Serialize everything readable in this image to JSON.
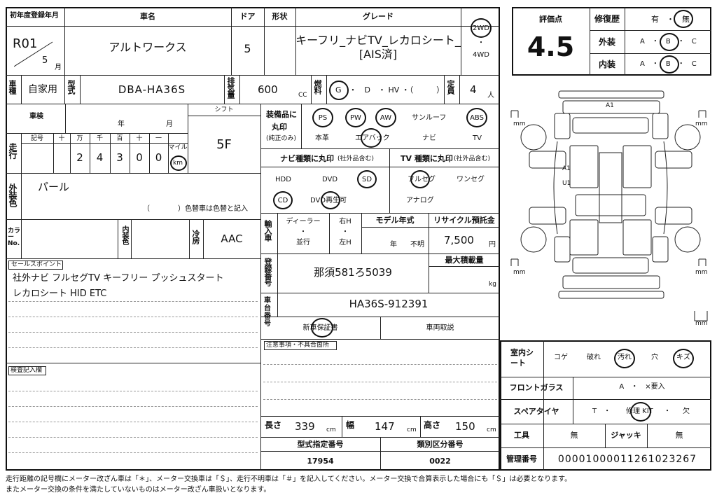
{
  "header": {
    "first_reg_label": "初年度登録年月",
    "first_reg_year": "R01",
    "first_reg_month": "5",
    "month_unit": "月",
    "car_name_label": "車名",
    "car_name": "アルトワークス",
    "doors_label": "ドア",
    "doors": "5",
    "shape_label": "形状",
    "grade_label": "グレード",
    "grade_line1": "キーフリ_ナビTV_レカロシート_",
    "grade_line2": "[AIS済]",
    "drive_2wd": "2WD",
    "drive_dot": "・",
    "drive_4wd": "4WD"
  },
  "row2": {
    "category_label": "車種",
    "category": "自家用",
    "model_label": "型式",
    "model": "DBA-HA36S",
    "displacement_label": "排気量",
    "displacement": "600",
    "cc": "CC",
    "fuel_label": "燃料",
    "fuel_options": "G　・　D　・ HV ・（　　　）",
    "capacity_label": "定員",
    "capacity": "4",
    "person_unit": "人"
  },
  "score": {
    "label": "評価点",
    "value": "4.5",
    "repair_label": "修復歴",
    "repair_options": "有　・　無",
    "exterior_label": "外装",
    "exterior_options": "A　・　B　・　C",
    "interior_label": "内装",
    "interior_options": "A　・　B　・　C"
  },
  "inspection": {
    "shaken_label": "車検",
    "year_unit": "年",
    "month_unit": "月",
    "shift_label": "シフト",
    "shift": "5F",
    "mileage_label": "走行",
    "kigo_label": "記号",
    "digit_headers": [
      "十",
      "万",
      "千",
      "百",
      "十",
      "一"
    ],
    "digits": [
      "2",
      "4",
      "3",
      "0",
      "0"
    ],
    "mile_label": "マイル",
    "km_label": "km"
  },
  "color": {
    "label": "外装色",
    "value": "パール",
    "note": "（　　　　）色替車は色替と記入",
    "color_no_label": "カラーNo.",
    "interior_color_label": "内装色",
    "cooling_label": "冷房",
    "cooling": "AAC"
  },
  "sales_points": {
    "label": "セールスポイント",
    "line1": "社外ナビ フルセグTV キーフリー プッシュスタート",
    "line2": "レカロシート HID ETC"
  },
  "inspection_notes_label": "検査記入欄",
  "equipment": {
    "label1": "装備品に",
    "label2": "丸印",
    "label3": "(純正のみ)",
    "ps": "PS",
    "pw": "PW",
    "aw": "AW",
    "sunroof": "サンルーフ",
    "abs": "ABS",
    "leather": "本革",
    "airbag": "エアバック",
    "navi": "ナビ",
    "tv": "TV"
  },
  "navi_type": {
    "label": "ナビ種類に丸印",
    "sub": "(社外品含む)",
    "hdd": "HDD",
    "dvd": "DVD",
    "sd": "SD",
    "cd": "CD",
    "dvd_play": "DVD再生可"
  },
  "tv_type": {
    "label": "TV 種類に丸印",
    "sub": "(社外品含む)",
    "fullseg": "フルセグ",
    "oneseg": "ワンセグ",
    "analog": "アナログ"
  },
  "import": {
    "label": "輸入車",
    "dealer": "ディーラー",
    "dot": "・",
    "parallel": "並行",
    "right": "右H",
    "left": "左H"
  },
  "model_year": {
    "label": "モデル年式",
    "year": "年",
    "unknown": "不明"
  },
  "recycle": {
    "label": "リサイクル預託金",
    "value": "7,500",
    "unit": "円"
  },
  "registration": {
    "label": "登録番号",
    "value": "那須581ろ5039"
  },
  "max_load": {
    "label": "最大積載量",
    "unit": "kg"
  },
  "chassis": {
    "label": "車台番号",
    "value": "HA36S-912391"
  },
  "warranty": {
    "new_car": "新車保証書",
    "manual": "車両取説"
  },
  "caution_label": "注意事項・不具合箇所",
  "dimensions": {
    "length_label": "長さ",
    "length": "339",
    "width_label": "幅",
    "width": "147",
    "height_label": "高さ",
    "height": "150",
    "unit": "cm"
  },
  "type_designation": {
    "label": "型式指定番号",
    "value": "17954"
  },
  "category_number": {
    "label": "類別区分番号",
    "value": "0022"
  },
  "interior_sheet": {
    "label": "室内シート",
    "koge": "コゲ",
    "yabure": "破れ",
    "yogore": "汚れ",
    "ana": "穴",
    "kizu": "キズ"
  },
  "windshield": {
    "label": "フロントガラス",
    "options": "A　・　×要入"
  },
  "spare_tire": {
    "label": "スペアタイヤ",
    "t": "T　・",
    "repair_kit": "修理 KIT",
    "dot": "・",
    "none": "欠"
  },
  "tools": {
    "label": "工具",
    "value": "無",
    "jack_label": "ジャッキ",
    "jack": "無"
  },
  "management": {
    "label": "管理番号",
    "value": "00001000011261023267"
  },
  "diagram": {
    "a1_top": "A1",
    "a1_side": "A1",
    "u1_side": "U1",
    "mm": "mm"
  },
  "footer": {
    "line1": "走行距離の記号欄にメーター改ざん車は「＊」、メーター交換車は「＄」、走行不明車は「＃」を記入してください。メーター交換で合算表示した場合にも「＄」は必要となります。",
    "line2": "またメーター交換の条件を満たしていないものはメーター改ざん車扱いとなります。"
  }
}
